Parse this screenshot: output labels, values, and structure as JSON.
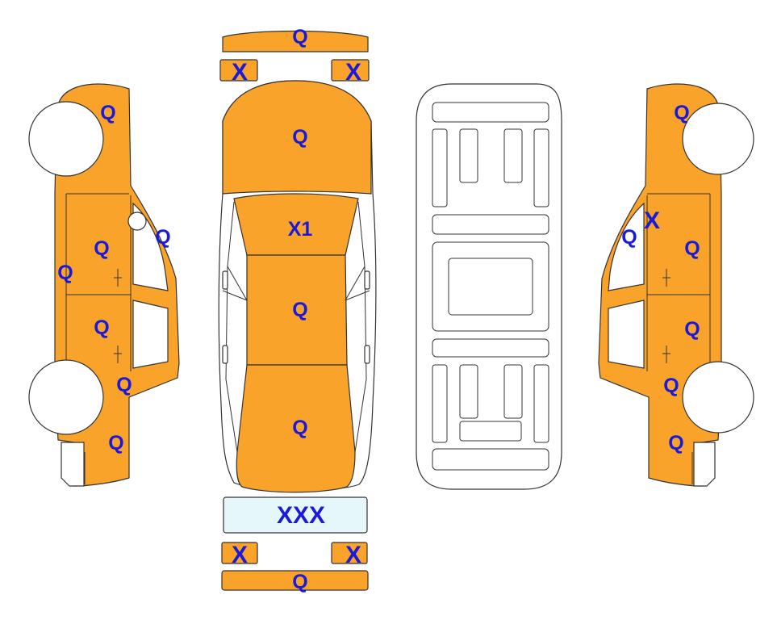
{
  "colors": {
    "panel": "#F9A32B",
    "plate": "#E6F7FC",
    "label": "#1A1AD8",
    "outline": "#333333"
  },
  "top_view": {
    "front_bumper": "Q",
    "front_left_corner": "X",
    "front_right_corner": "X",
    "hood": "Q",
    "roof_front": "X1",
    "roof": "Q",
    "trunk": "Q",
    "license_plate": "XXX",
    "rear_left_corner": "X",
    "rear_right_corner": "X",
    "rear_bumper": "Q"
  },
  "left_side": {
    "front_fender": "Q",
    "a_pillar": "Q",
    "front_door": "Q",
    "rocker": "Q",
    "rear_door": "Q",
    "rear_wheel_arch": "Q",
    "rear_quarter": "Q"
  },
  "right_side": {
    "front_fender": "Q",
    "a_pillar_x": "X",
    "a_pillar_q": "Q",
    "front_door": "Q",
    "rear_door": "Q",
    "rear_wheel_arch": "Q",
    "rear_quarter": "Q"
  }
}
